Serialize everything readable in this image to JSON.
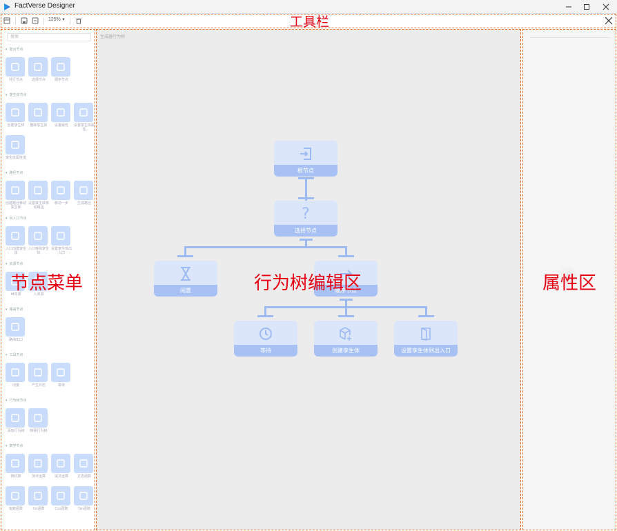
{
  "window": {
    "title": "FactVerse Designer"
  },
  "toolbar": {
    "zoom": "125%"
  },
  "annotations": {
    "toolbar": "工具栏",
    "node_menu": "节点菜单",
    "editor": "行为树编辑区",
    "properties": "属性区"
  },
  "left_panel": {
    "search_placeholder": "搜索",
    "categories": [
      {
        "name": "复合节点",
        "items": [
          "并行节点",
          "选择节点",
          "顺序节点"
        ]
      },
      {
        "name": "孪生体节点",
        "items": [
          "创建孪生体",
          "删除孪生体",
          "设置属性",
          "设置孪生体属性",
          "孪生体属性值"
        ]
      },
      {
        "name": "路径节点",
        "items": [
          "创建路径移动孪生体",
          "设置孪生体移动路径",
          "移动一步",
          "生成路径"
        ]
      },
      {
        "name": "出入口节点",
        "items": [
          "入口创建孪生体",
          "入口移除孪生体",
          "设置孪生体出入口"
        ]
      },
      {
        "name": "资源节点",
        "items": [
          "出资源",
          "入资源"
        ]
      },
      {
        "name": "路由节点",
        "items": [
          "路由出口"
        ]
      },
      {
        "name": "工具节点",
        "items": [
          "闲置",
          "产生日志",
          "等待"
        ]
      },
      {
        "name": "行为树节点",
        "items": [
          "添加行为树",
          "移除行为树"
        ]
      },
      {
        "name": "数学节点",
        "items": [
          "随机数",
          "加法运算",
          "减法运算",
          "正态函数",
          "指数函数",
          "Sin函数",
          "Cos函数",
          "Tan函数"
        ]
      }
    ]
  },
  "canvas": {
    "title": "生成器行为树",
    "nodes": [
      {
        "id": "root",
        "label": "根节点",
        "icon": "enter-icon"
      },
      {
        "id": "selector",
        "label": "选择节点",
        "icon": "question-icon"
      },
      {
        "id": "idle",
        "label": "闲置",
        "icon": "hourglass-icon"
      },
      {
        "id": "sequence",
        "label": "顺序节点",
        "icon": "arrow-icon"
      },
      {
        "id": "wait",
        "label": "等待",
        "icon": "clock-icon"
      },
      {
        "id": "create",
        "label": "创建孪生体",
        "icon": "cube-plus-icon"
      },
      {
        "id": "set-entry",
        "label": "设置孪生体到出入口",
        "icon": "door-icon"
      }
    ]
  },
  "colors": {
    "node_fill": "#dbe6fb",
    "node_label_bg": "#a8c1f5",
    "tile": "#c9dcfb",
    "annotation": "#e60012",
    "annotation_border": "#e06c2a"
  }
}
